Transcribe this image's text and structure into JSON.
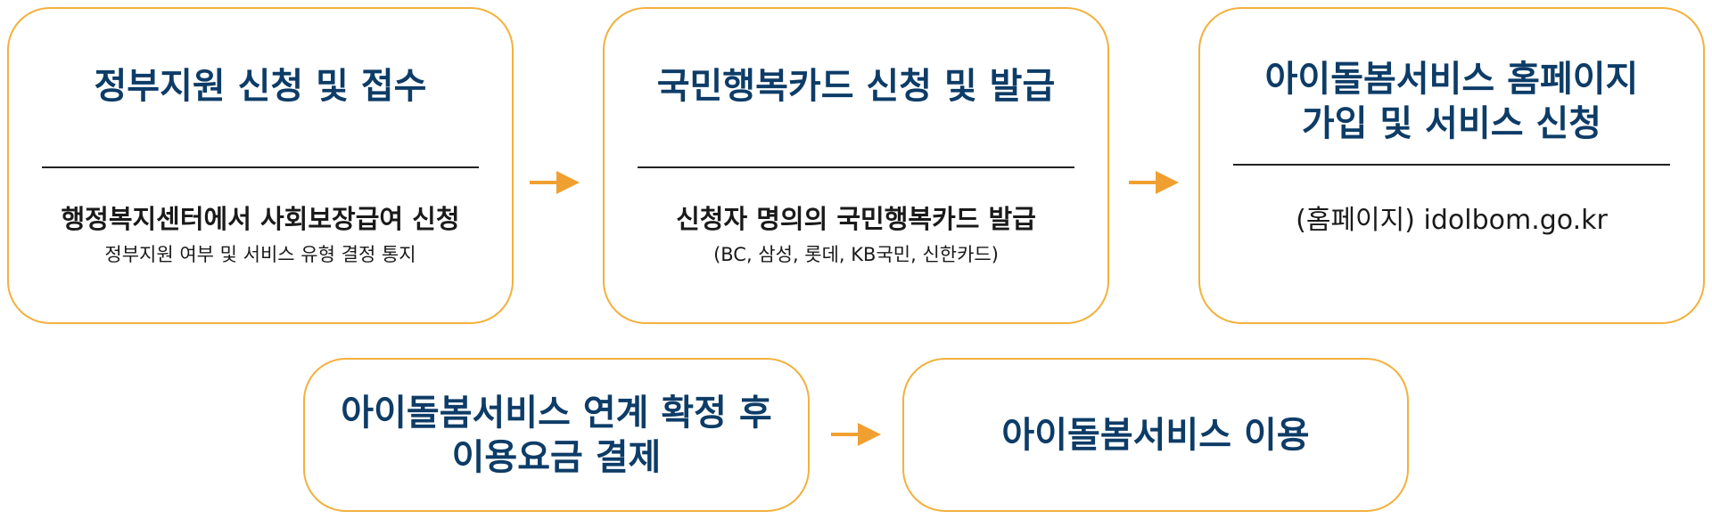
{
  "steps": [
    {
      "title": "정부지원 신청 및 접수",
      "desc": "행정복지센터에서 사회보장급여 신청",
      "subdesc": "정부지원 여부 및 서비스 유형 결정 통지"
    },
    {
      "title": "국민행복카드 신청 및 발급",
      "desc": "신청자 명의의 국민행복카드 발급",
      "subdesc": "(BC, 삼성, 롯데, KB국민, 신한카드)"
    },
    {
      "title_line1": "아이돌봄서비스 홈페이지",
      "title_line2": "가입 및 서비스 신청",
      "desc": "(홈페이지) idolbom.go.kr"
    },
    {
      "title_line1": "아이돌봄서비스 연계 확정 후",
      "title_line2": "이용요금 결제"
    },
    {
      "title": "아이돌봄서비스 이용"
    }
  ],
  "colors": {
    "border": "#f2b13d",
    "arrow": "#f0a030",
    "title": "#0d3c67",
    "text": "#1a1a1a"
  },
  "icons": {
    "arrow": "arrow-right-icon"
  }
}
